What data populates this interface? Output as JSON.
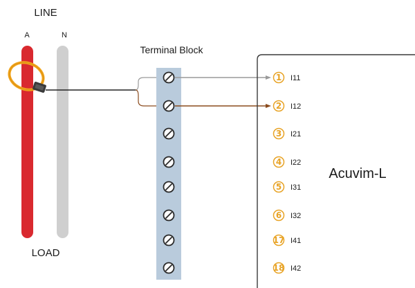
{
  "line_label": "LINE",
  "load_label": "LOAD",
  "phase_a_label": "A",
  "neutral_label": "N",
  "terminal_block_label": "Terminal Block",
  "meter_name": "Acuvim-L",
  "terminal_count": 8,
  "pins": [
    {
      "num": "1",
      "label": "I11"
    },
    {
      "num": "2",
      "label": "I12"
    },
    {
      "num": "3",
      "label": "I21"
    },
    {
      "num": "4",
      "label": "I22"
    },
    {
      "num": "5",
      "label": "I31"
    },
    {
      "num": "6",
      "label": "I32"
    },
    {
      "num": "17",
      "label": "I41"
    },
    {
      "num": "18",
      "label": "I42"
    }
  ],
  "colors": {
    "phase_a_bar": "#d9292f",
    "neutral_bar": "#cfcfcf",
    "terminal_block": "#b9cbdc",
    "wire_to_i11": "#9a9a9a",
    "wire_to_i12": "#8a4a1c",
    "rogowski_coil": "#f2a51b",
    "pin_number": "#e8a325"
  }
}
